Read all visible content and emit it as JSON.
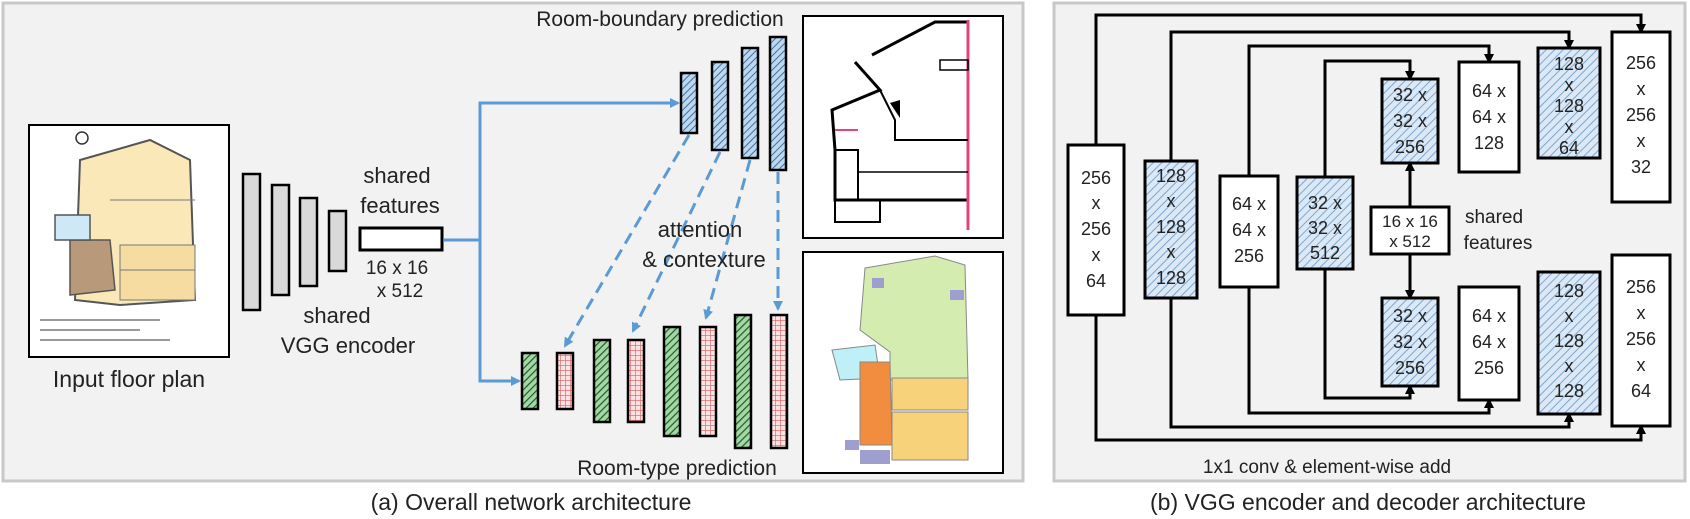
{
  "panel_a": {
    "caption": "(a) Overall network architecture",
    "input_label": "Input floor plan",
    "encoder_label_line1": "shared",
    "encoder_label_line2": "VGG encoder",
    "features_label_line1": "shared",
    "features_label_line2": "features",
    "features_size_line1": "16 x 16",
    "features_size_line2": "x 512",
    "boundary_title": "Room-boundary prediction",
    "type_title": "Room-type prediction",
    "attention_line1": "attention",
    "attention_line2": "& contexture"
  },
  "panel_b": {
    "caption": "(b) VGG encoder and decoder architecture",
    "bottom_label": "1x1 conv & element-wise add",
    "shared_label_line1": "shared",
    "shared_label_line2": "features",
    "center_block": [
      "16 x 16",
      "x 512"
    ],
    "encoder_blocks": [
      [
        "256",
        "x",
        "256",
        "x",
        "64"
      ],
      [
        "128",
        "x",
        "128",
        "x",
        "128"
      ],
      [
        "64 x",
        "64 x",
        "256"
      ],
      [
        "32 x",
        "32 x",
        "512"
      ]
    ],
    "top_decoder_blocks": [
      [
        "32 x",
        "32 x",
        "256"
      ],
      [
        "64 x",
        "64 x",
        "128"
      ],
      [
        "128",
        "x",
        "128",
        "x",
        "64"
      ],
      [
        "256",
        "x",
        "256",
        "x",
        "32"
      ]
    ],
    "bottom_decoder_blocks": [
      [
        "32 x",
        "32 x",
        "256"
      ],
      [
        "64 x",
        "64 x",
        "256"
      ],
      [
        "128",
        "x",
        "128",
        "x",
        "128"
      ],
      [
        "256",
        "x",
        "256",
        "x",
        "64"
      ]
    ]
  },
  "colors": {
    "panel_bg": "#f2f2f2",
    "panel_border": "#c8c8c8",
    "arrow_blue": "#5b9bd5",
    "encoder_gray": "#d9d9d9",
    "boundary_fill": "#bdd7ee",
    "type_green": "#2e7d32",
    "type_pink": "#e88a8a",
    "hatched_block": "#dbe8f5"
  }
}
